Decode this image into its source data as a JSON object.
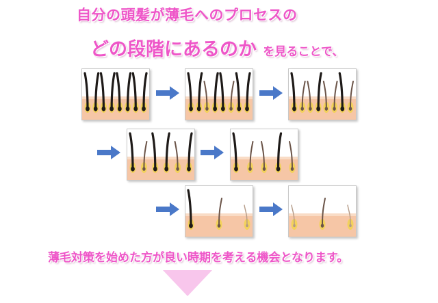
{
  "headline": {
    "line1": "自分の頭髪が薄毛へのプロセスの",
    "line2_large": "どの段階にあるのか",
    "line2_small": "を見ることで、"
  },
  "footer": {
    "text": "薄毛対策を始めた方が良い時期を考える機会となります。"
  },
  "colors": {
    "text_pink": "#ee56c8",
    "arrow_blue": "#4a78c8",
    "triangle_pink": "#f8c6ec",
    "skin": "#f6c6a6",
    "hair_dark": "#1e1a18",
    "follicle": "#f2d448"
  },
  "stages": [
    {
      "stage": 1,
      "hair": [
        "t",
        "t",
        "t",
        "t",
        "t",
        "t",
        "t",
        "t"
      ]
    },
    {
      "stage": 2,
      "hair": [
        "t",
        "t",
        "m",
        "t",
        "t",
        "m",
        "t",
        "t"
      ]
    },
    {
      "stage": 3,
      "hair": [
        "t",
        "m",
        "m",
        "t",
        "m",
        "m",
        "t",
        "m"
      ]
    },
    {
      "stage": 4,
      "hair": [
        "t",
        "m",
        "t",
        "t",
        "m",
        "t"
      ]
    },
    {
      "stage": 5,
      "hair": [
        "t",
        "m",
        "m",
        "t",
        "m"
      ]
    },
    {
      "stage": 6,
      "hair": [
        "t",
        "m",
        "f"
      ]
    },
    {
      "stage": 7,
      "hair": [
        "f",
        "m",
        "f"
      ]
    }
  ]
}
